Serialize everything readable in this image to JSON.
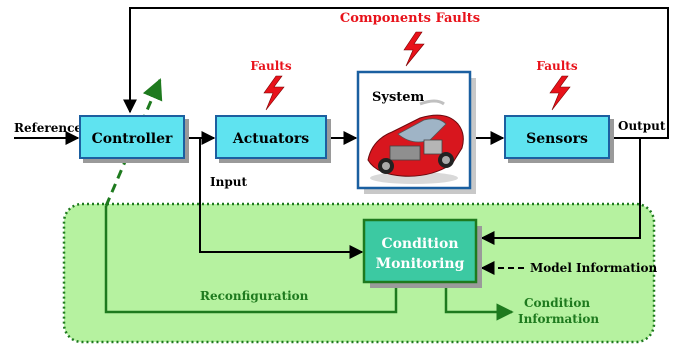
{
  "labels": {
    "reference": "Reference",
    "controller": "Controller",
    "actuators": "Actuators",
    "system": "System",
    "sensors": "Sensors",
    "output": "Output",
    "input": "Input",
    "components_faults": "Components Faults",
    "faults_actuators": "Faults",
    "faults_sensors": "Faults",
    "condition_monitoring_1": "Condition",
    "condition_monitoring_2": "Monitoring",
    "reconfiguration": "Reconfiguration",
    "model_information": "Model Information",
    "condition_information_1": "Condition",
    "condition_information_2": "Information"
  },
  "colors": {
    "block_fill": "#5fe3f0",
    "block_border": "#1a5fa0",
    "fault_red": "#e8121a",
    "green_panel": "#b6f2a0",
    "green_dark": "#1e7a1e",
    "monitor_fill": "#3cc9a2"
  },
  "icons": {
    "fault": "lightning-bolt-icon",
    "system_image": "car-cutaway-image"
  }
}
